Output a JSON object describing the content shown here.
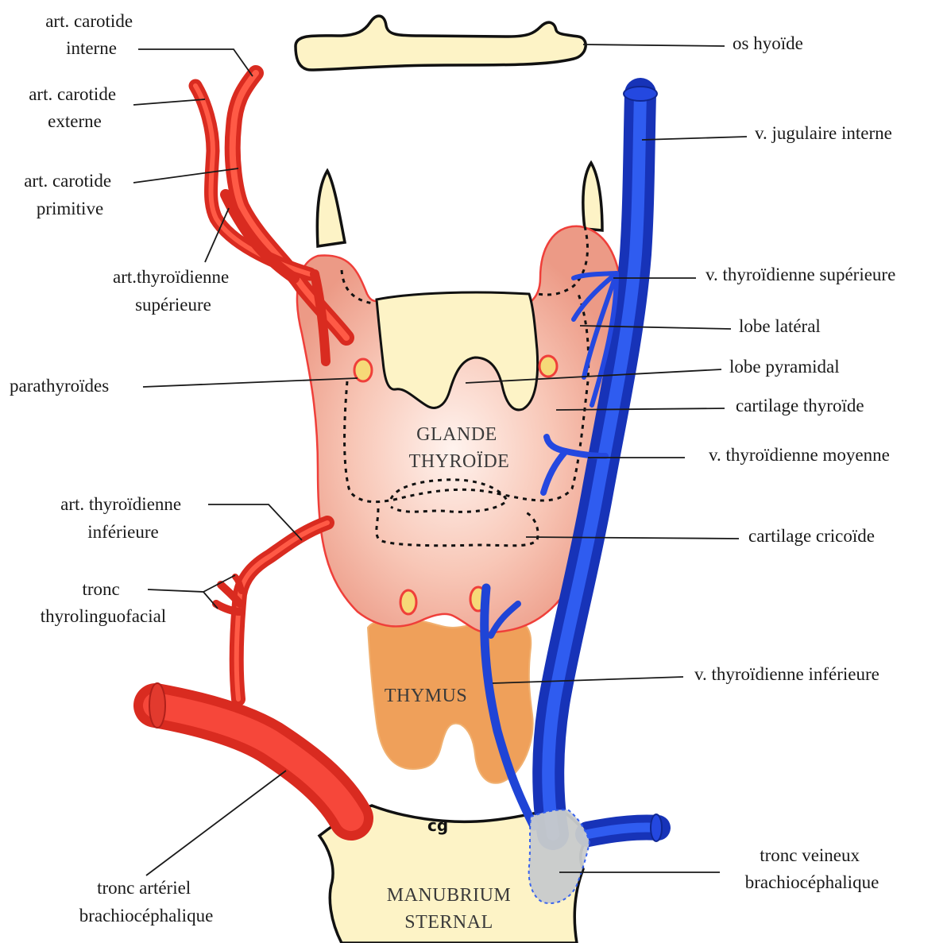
{
  "figure": {
    "signature": "cg",
    "inner_labels": {
      "glande_line1": "GLANDE",
      "glande_line2": "THYROÏDE",
      "thymus": "THYMUS",
      "manubrium_line1": "MANUBRIUM",
      "manubrium_line2": "STERNAL"
    },
    "labels": {
      "carotide_interne": [
        "art. carotide",
        "interne"
      ],
      "carotide_externe": [
        "art. carotide",
        "externe"
      ],
      "carotide_primitive": [
        "art. carotide",
        "primitive"
      ],
      "thyroidienne_sup_art": [
        "art.thyroïdienne",
        "supérieure"
      ],
      "parathyroides": [
        "parathyroïdes"
      ],
      "thyroidienne_inf_art": [
        "art. thyroïdienne",
        "inférieure"
      ],
      "tronc_thyrolinguofacial": [
        "tronc",
        "thyrolinguofacial"
      ],
      "tronc_arteriel": [
        "tronc artériel",
        "brachiocéphalique"
      ],
      "os_hyoide": [
        "os hyoïde"
      ],
      "jugulaire_interne": [
        "v. jugulaire interne"
      ],
      "thyroidienne_sup_vein": [
        "v. thyroïdienne supérieure"
      ],
      "lobe_lateral": [
        "lobe latéral"
      ],
      "lobe_pyramidal": [
        "lobe pyramidal"
      ],
      "cartilage_thyroide": [
        "cartilage thyroïde"
      ],
      "thyroidienne_moyenne": [
        "v. thyroïdienne moyenne"
      ],
      "cartilage_cricoide": [
        "cartilage cricoïde"
      ],
      "thyroidienne_inf_vein": [
        "v. thyroïdienne inférieure"
      ],
      "tronc_veineux": [
        "tronc veineux",
        "brachiocéphalique"
      ]
    },
    "colors": {
      "artery": "#ee3b2f",
      "vein": "#1f44d6",
      "gland": "#f0a592",
      "gland_center": "#fff2ec",
      "cartilage": "#fdf3c6",
      "thymus": "#ef9f52",
      "venous_trunk_overlay": "#c9cccd"
    }
  }
}
